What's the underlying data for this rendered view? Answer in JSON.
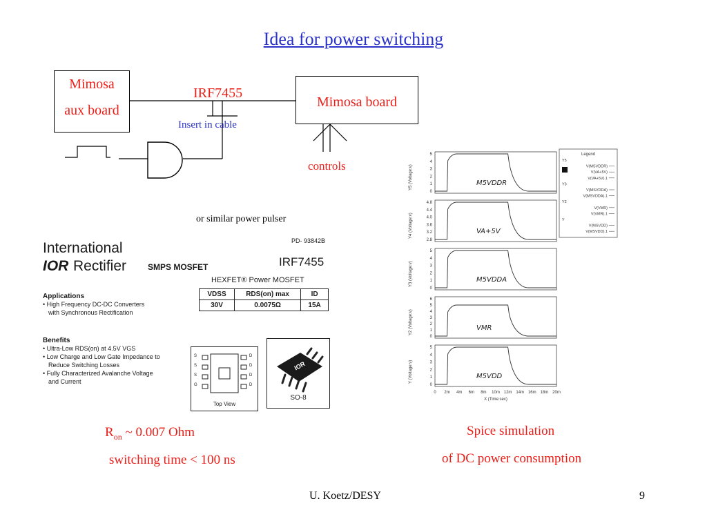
{
  "slide": {
    "title": "Idea for power switching",
    "footer_author": "U. Koetz/DESY",
    "page_number": "9"
  },
  "diagram": {
    "aux_board_line1": "Mimosa",
    "aux_board_line2": "aux board",
    "mimosa_board": "Mimosa board",
    "irf_label": "IRF7455",
    "insert_label": "Insert in cable",
    "controls_label": "controls",
    "pulser_label": "or similar power pulser"
  },
  "datasheet": {
    "company_line1": "International",
    "company_logo": "IOR",
    "company_line2": "Rectifier",
    "doc_number": "PD- 93842B",
    "part": "IRF7455",
    "type": "SMPS MOSFET",
    "subtitle": "HEXFET® Power MOSFET",
    "applications_heading": "Applications",
    "applications": [
      "High Frequency DC-DC Converters",
      "with Synchronous Rectification"
    ],
    "table_headers": [
      "VDSS",
      "RDS(on) max",
      "ID"
    ],
    "table_values": [
      "30V",
      "0.0075Ω",
      "15A"
    ],
    "benefits_heading": "Benefits",
    "benefits": [
      "Ultra-Low RDS(on) at 4.5V VGS",
      "Low Charge and Low Gate Impedance to",
      "Reduce Switching Losses",
      "Fully Characterized Avalanche Voltage",
      "and Current"
    ],
    "top_view": "Top View",
    "package": "SO-8",
    "pins_left": [
      "S",
      "S",
      "S",
      "G"
    ],
    "pins_right": [
      "D",
      "D",
      "D",
      "D"
    ]
  },
  "notes": {
    "ron_prefix": "R",
    "ron_sub": "on",
    "ron_value": " ~ 0.007 Ohm",
    "switching": "switching time  < 100 ns",
    "spice_line1": "Spice simulation",
    "spice_line2": "of DC power consumption"
  },
  "chart_data": {
    "type": "line",
    "xlabel": "X (Time:sec)",
    "x_ticks": [
      "0",
      "2m",
      "4m",
      "6m",
      "8m",
      "10m",
      "12m",
      "14m",
      "16m",
      "18m",
      "20m"
    ],
    "legend_title": "Legend",
    "legend": [
      "Y5",
      "V(MSVDDR)",
      "V(VA+5V)",
      "V(VA+5V).1",
      "Y3",
      "V(MSVDDA)",
      "V(MSVDDA).1",
      "Y2",
      "V(VMR)",
      "V(VMR).1",
      "Y",
      "V(MSVDD)",
      "V(MSVDD).1"
    ],
    "panels": [
      {
        "ylabel": "Y5 (Voltage:v)",
        "ticks": [
          "5",
          "4",
          "3",
          "2",
          "1",
          "0"
        ],
        "note": "M5VDDR",
        "ymin": 0,
        "ymax": 5,
        "high": 5,
        "low": 0
      },
      {
        "ylabel": "Y4 (Voltage:v)",
        "ticks": [
          "4.8",
          "4.4",
          "4.0",
          "3.6",
          "3.2",
          "2.8"
        ],
        "note": "VA+5V",
        "ymin": 2.8,
        "ymax": 4.8,
        "high": 4.8,
        "low": 2.8
      },
      {
        "ylabel": "Y3 (Voltage:v)",
        "ticks": [
          "5",
          "4",
          "3",
          "2",
          "1",
          "0"
        ],
        "note": "M5VDDA",
        "ymin": 0,
        "ymax": 5,
        "high": 5,
        "low": 0
      },
      {
        "ylabel": "Y2 (Voltage:v)",
        "ticks": [
          "6",
          "5",
          "4",
          "3",
          "2",
          "1",
          "0"
        ],
        "note": "VMR",
        "ymin": 0,
        "ymax": 6,
        "high": 5,
        "low": 0
      },
      {
        "ylabel": "Y (Voltage:v)",
        "ticks": [
          "5",
          "4",
          "3",
          "2",
          "1",
          "0"
        ],
        "note": "M5VDD",
        "ymin": 0,
        "ymax": 5,
        "high": 5,
        "low": 0
      }
    ],
    "pulse_start_ms": 2,
    "pulse_end_ms": 12,
    "x_max_ms": 20
  }
}
